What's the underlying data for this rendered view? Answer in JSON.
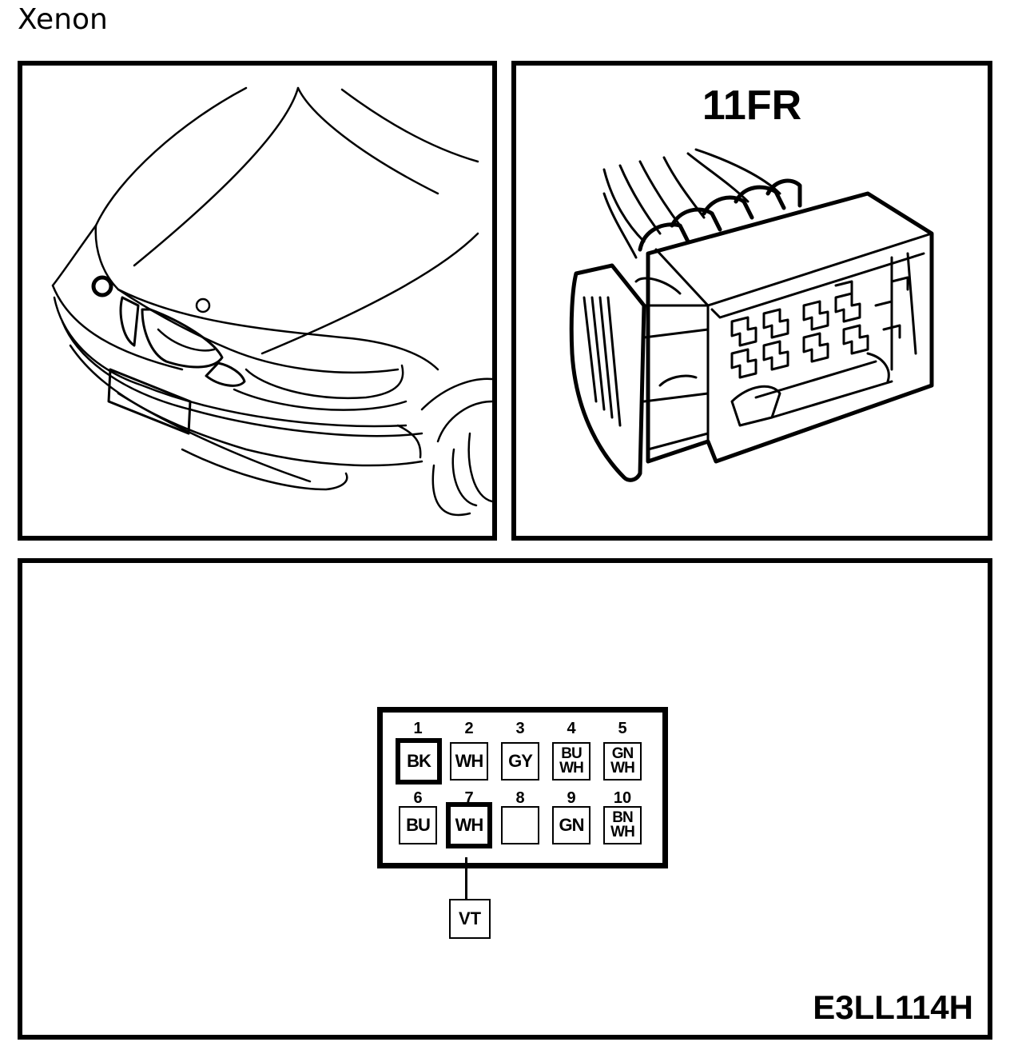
{
  "heading": "Xenon",
  "connector": {
    "title": "11FR",
    "reference_code": "E3LL114H"
  },
  "pins": [
    {
      "number": "1",
      "colors": [
        "BK"
      ],
      "highlighted": true
    },
    {
      "number": "2",
      "colors": [
        "WH"
      ],
      "highlighted": false
    },
    {
      "number": "3",
      "colors": [
        "GY"
      ],
      "highlighted": false
    },
    {
      "number": "4",
      "colors": [
        "BU",
        "WH"
      ],
      "highlighted": false
    },
    {
      "number": "5",
      "colors": [
        "GN",
        "WH"
      ],
      "highlighted": false
    },
    {
      "number": "6",
      "colors": [
        "BU"
      ],
      "highlighted": false
    },
    {
      "number": "7",
      "colors": [
        "WH"
      ],
      "highlighted": true
    },
    {
      "number": "8",
      "colors": [],
      "highlighted": false
    },
    {
      "number": "9",
      "colors": [
        "GN"
      ],
      "highlighted": false
    },
    {
      "number": "10",
      "colors": [
        "BN",
        "WH"
      ],
      "highlighted": false
    }
  ],
  "external_wire": {
    "from_pin": "7",
    "color": "VT"
  }
}
